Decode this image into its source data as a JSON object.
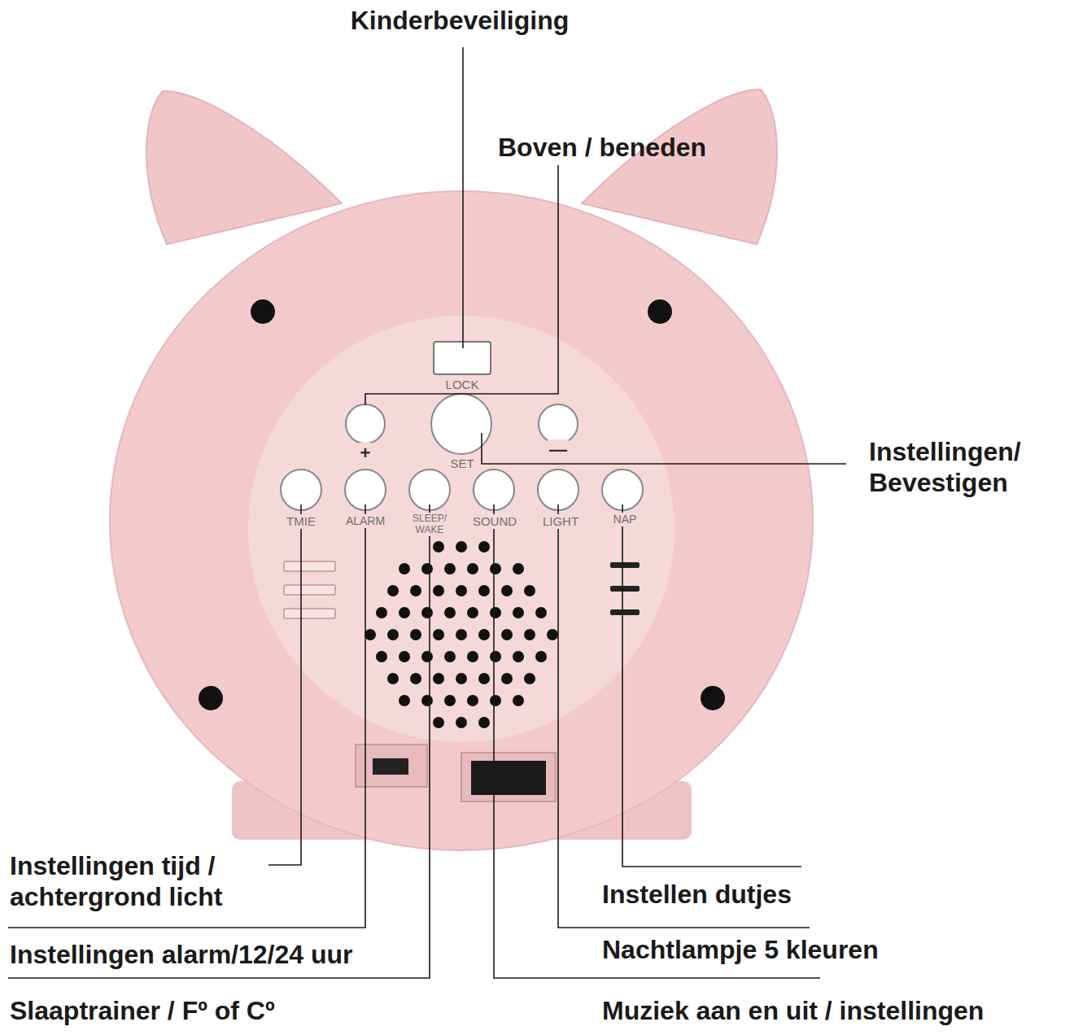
{
  "diagram": {
    "labels": [
      "Kinderbeveiliging",
      "Boven / beneden",
      "Instellingen/ Bevestigen",
      "LOCK",
      "+",
      "SET",
      "—",
      "TMIE",
      "ALARM",
      "SLEEP/ WAKE",
      "SOUND",
      "LIGHT",
      "NAP",
      "Instellingen tijd / achtergrond licht",
      "Instellingen alarm/12/24 uur",
      "Slaaptrainer / Fº of Cº",
      "Instellen dutjes",
      "Nachtlampje 5 kleuren",
      "Muziek aan en uit / instellingen"
    ]
  }
}
